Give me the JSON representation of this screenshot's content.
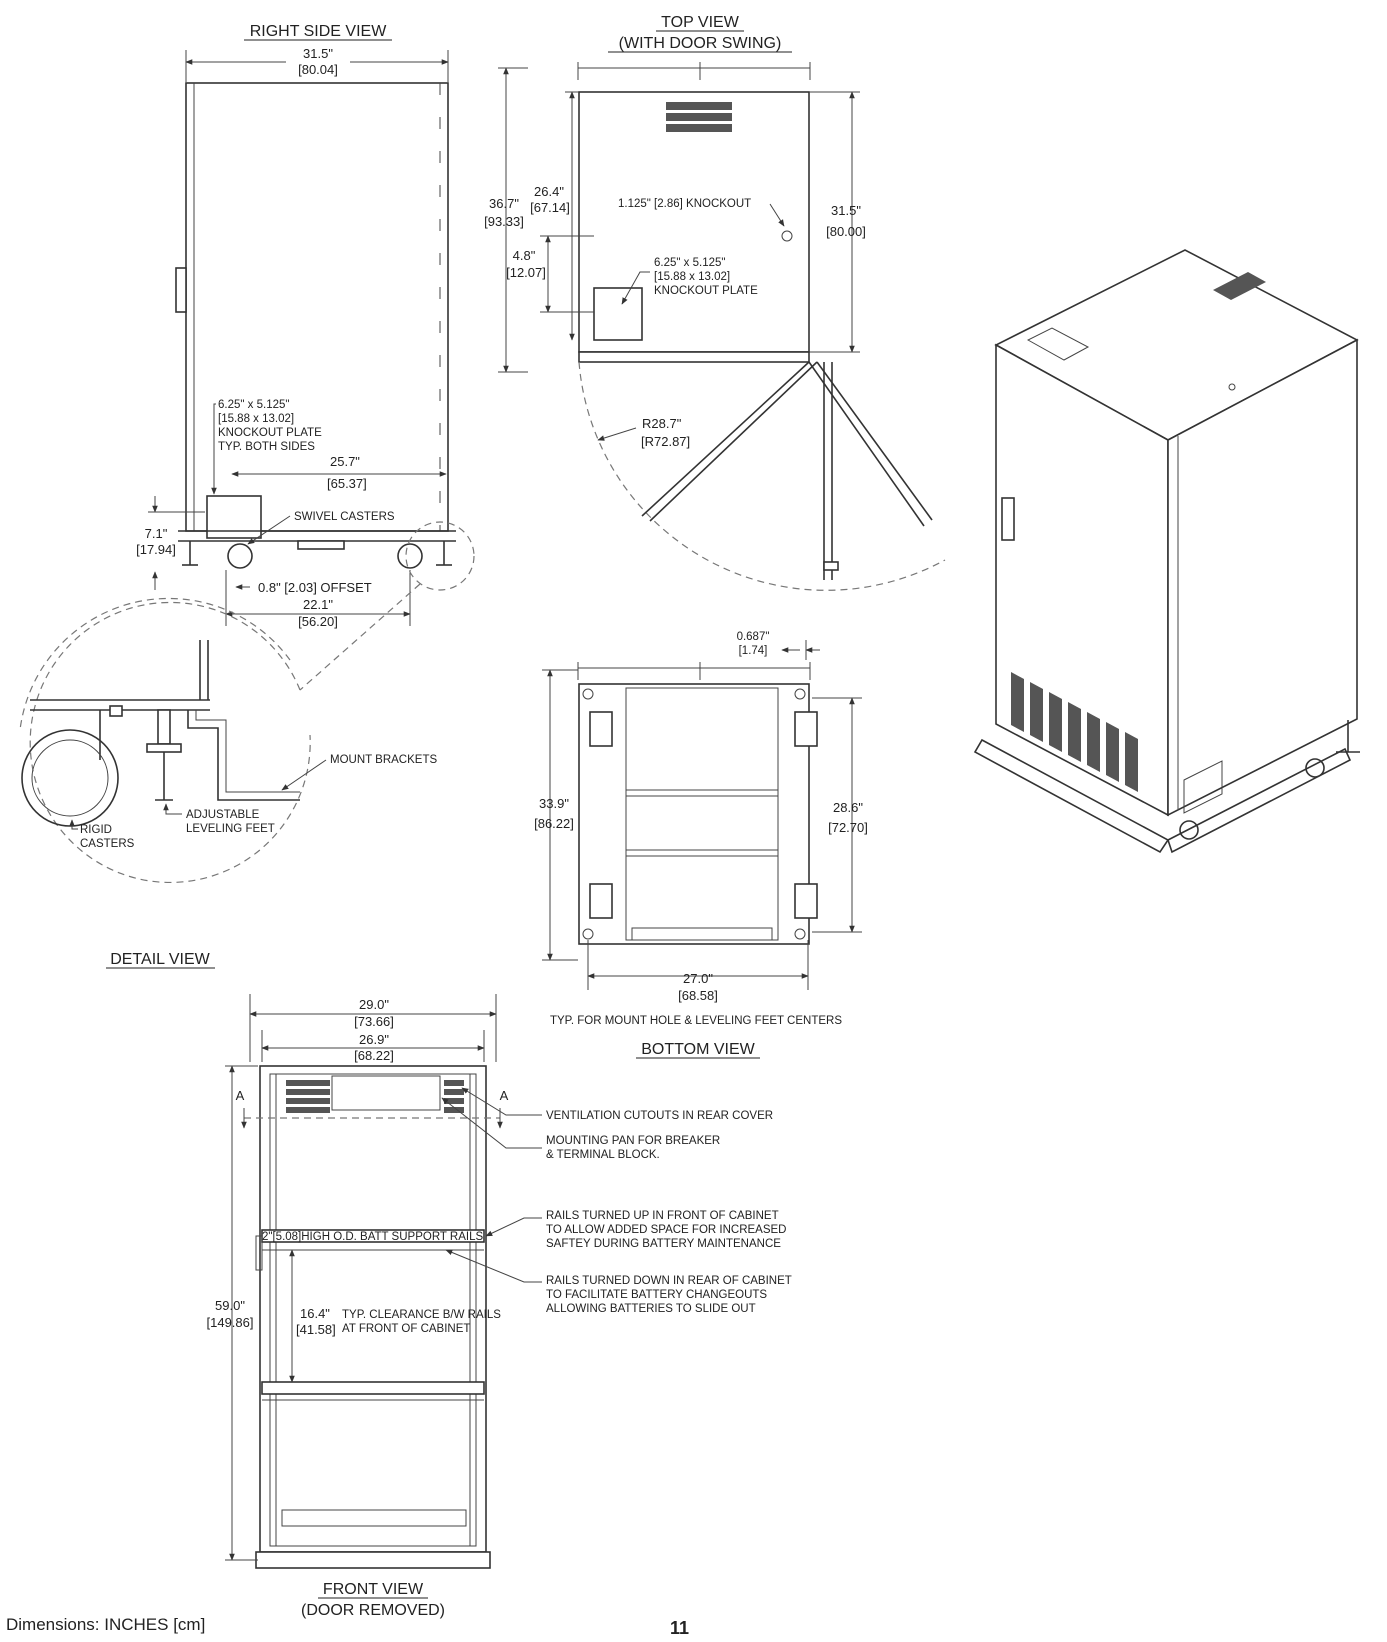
{
  "right_side": {
    "title": "RIGHT SIDE VIEW",
    "width_in": "31.5\"",
    "width_cm": "[80.04]",
    "plate_1": "6.25\" x 5.125\"",
    "plate_2": "[15.88 x 13.02]",
    "plate_3": "KNOCKOUT PLATE",
    "plate_4": "TYP. BOTH SIDES",
    "d257_in": "25.7\"",
    "d257_cm": "[65.37]",
    "d71_in": "7.1\"",
    "d71_cm": "[17.94]",
    "swivel": "SWIVEL CASTERS",
    "offset": "0.8\" [2.03] OFFSET",
    "d221_in": "22.1\"",
    "d221_cm": "[56.20]"
  },
  "top": {
    "title": "TOP VIEW",
    "subtitle": "(WITH DOOR SWING)",
    "d367_in": "36.7\"",
    "d367_cm": "[93.33]",
    "d264_in": "26.4\"",
    "d264_cm": "[67.14]",
    "d48_in": "4.8\"",
    "d48_cm": "[12.07]",
    "knockout": "1.125\" [2.86] KNOCKOUT",
    "plate_1": "6.25\" x 5.125\"",
    "plate_2": "[15.88 x 13.02]",
    "plate_3": "KNOCKOUT PLATE",
    "d315_in": "31.5\"",
    "d315_cm": "[80.00]",
    "radius_in": "R28.7\"",
    "radius_cm": "[R72.87]"
  },
  "detail": {
    "title": "DETAIL VIEW",
    "mount": "MOUNT BRACKETS",
    "rigid_1": "RIGID",
    "rigid_2": "CASTERS",
    "adjust_1": "ADJUSTABLE",
    "adjust_2": "LEVELING FEET"
  },
  "bottom": {
    "title": "BOTTOM VIEW",
    "d0687_in": "0.687\"",
    "d0687_cm": "[1.74]",
    "d339_in": "33.9\"",
    "d339_cm": "[86.22]",
    "d286_in": "28.6\"",
    "d286_cm": "[72.70]",
    "d270_in": "27.0\"",
    "d270_cm": "[68.58]",
    "typ": "TYP. FOR MOUNT HOLE & LEVELING FEET CENTERS"
  },
  "front": {
    "title": "FRONT VIEW",
    "subtitle": "(DOOR REMOVED)",
    "d290_in": "29.0\"",
    "d290_cm": "[73.66]",
    "d269_in": "26.9\"",
    "d269_cm": "[68.22]",
    "section_a": "A",
    "vent": "VENTILATION CUTOUTS IN REAR COVER",
    "mount_1": "MOUNTING PAN FOR BREAKER",
    "mount_2": "& TERMINAL BLOCK.",
    "rails_up_1": "RAILS TURNED UP IN FRONT OF CABINET",
    "rails_up_2": "TO ALLOW ADDED SPACE FOR INCREASED",
    "rails_up_3": "SAFTEY DURING BATTERY MAINTENANCE",
    "rails_down_1": "RAILS TURNED DOWN IN REAR OF CABINET",
    "rails_down_2": "TO FACILITATE BATTERY CHANGEOUTS",
    "rails_down_3": "ALLOWING BATTERIES TO SLIDE OUT",
    "batt_rails": "2\"[5.08]HIGH O.D. BATT SUPPORT RAILS",
    "d164_in": "16.4\"",
    "d164_cm": "[41.58]",
    "clear_1": "TYP. CLEARANCE B/W RAILS",
    "clear_2": "AT FRONT OF CABINET",
    "d590_in": "59.0\"",
    "d590_cm": "[149.86]"
  },
  "footer": {
    "dimensions": "Dimensions: INCHES [cm]",
    "page": "11"
  }
}
